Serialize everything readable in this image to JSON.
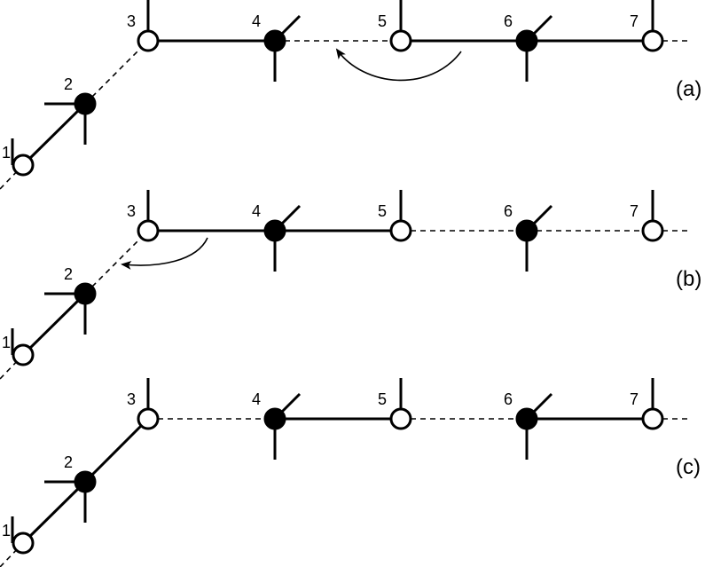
{
  "panels": [
    {
      "label": "(a)",
      "nodes": [
        {
          "id": "1",
          "filled": false
        },
        {
          "id": "2",
          "filled": true
        },
        {
          "id": "3",
          "filled": false
        },
        {
          "id": "4",
          "filled": true
        },
        {
          "id": "5",
          "filled": false
        },
        {
          "id": "6",
          "filled": true
        },
        {
          "id": "7",
          "filled": false
        }
      ],
      "bonds": [
        "solid",
        "dashed",
        "solid",
        "dashed",
        "solid",
        "solid"
      ],
      "arrow": {
        "from": "5-6",
        "to": "4-5"
      }
    },
    {
      "label": "(b)",
      "nodes": [
        {
          "id": "1",
          "filled": false
        },
        {
          "id": "2",
          "filled": true
        },
        {
          "id": "3",
          "filled": false
        },
        {
          "id": "4",
          "filled": true
        },
        {
          "id": "5",
          "filled": false
        },
        {
          "id": "6",
          "filled": true
        },
        {
          "id": "7",
          "filled": false
        }
      ],
      "bonds": [
        "solid",
        "dashed",
        "solid",
        "solid",
        "dashed",
        "dashed"
      ],
      "arrow": {
        "from": "3-4",
        "to": "2-3"
      }
    },
    {
      "label": "(c)",
      "nodes": [
        {
          "id": "1",
          "filled": false
        },
        {
          "id": "2",
          "filled": true
        },
        {
          "id": "3",
          "filled": false
        },
        {
          "id": "4",
          "filled": true
        },
        {
          "id": "5",
          "filled": false
        },
        {
          "id": "6",
          "filled": true
        },
        {
          "id": "7",
          "filled": false
        }
      ],
      "bonds": [
        "solid",
        "solid",
        "dashed",
        "solid",
        "dashed",
        "solid"
      ],
      "arrow": null
    }
  ]
}
